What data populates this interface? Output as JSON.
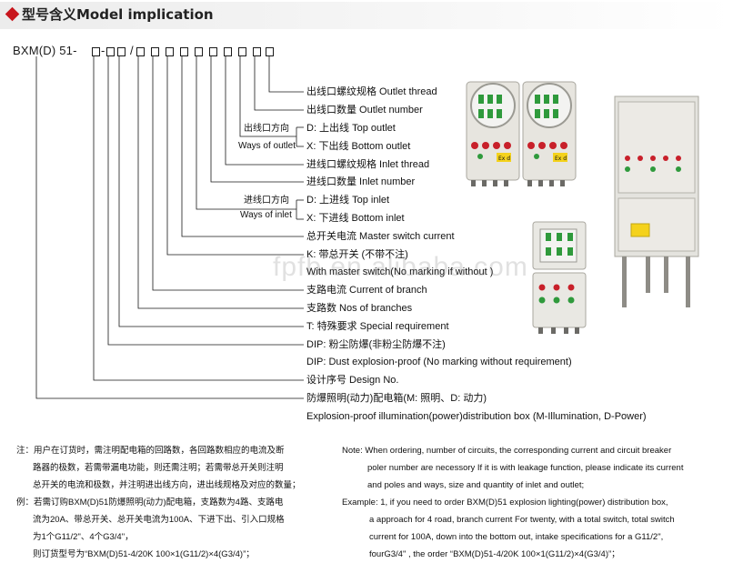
{
  "header": {
    "title": "型号含义Model implication",
    "accent": "#c8161d"
  },
  "code": {
    "prefix": "BXM(D)",
    "num": "51-",
    "dash": "-",
    "slash": "/"
  },
  "labels": [
    "出线口螺纹规格 Outlet thread",
    "出线口数量 Outlet number",
    "D: 上出线 Top outlet",
    "X: 下出线 Bottom  outlet",
    "进线口螺纹规格 Inlet thread",
    "进线口数量 Inlet number",
    "D: 上进线 Top inlet",
    "X: 下进线 Bottom  inlet",
    "总开关电流 Master switch current",
    "K: 带总开关 (不带不注)",
    "With master switch(No marking  if without )",
    "支路电流 Current of branch",
    "支路数 Nos of branches",
    "T: 特殊要求 Special requirement",
    "DIP: 粉尘防爆(非粉尘防爆不注)",
    "DIP: Dust explosion-proof (No marking without requirement)",
    "设计序号 Design  No.",
    "防爆照明(动力)配电箱(M:  照明、D:  动力)",
    "Explosion-proof illumination(power)distribution box (M-Illumination, D-Power)"
  ],
  "outlet_dir": {
    "cn": "出线口方向",
    "en": "Ways of outlet"
  },
  "inlet_dir": {
    "cn": "进线口方向",
    "en": "Ways of inlet"
  },
  "watermark": "fpfb.en.alibaba.com",
  "photos": {
    "label1": "Ex d",
    "label2": "Ex d"
  },
  "notes_cn": [
    "注：用户在订货时，需注明配电箱的回路数，各回路数相应的电流及断",
    "路器的极数，若需带漏电功能，则还需注明；若需带总开关则注明",
    "总开关的电流和极数，并注明进出线方向，进出线规格及对应的数量；",
    "例：若需订购BXM(D)51防爆照明(动力)配电箱，支路数为4路、支路电",
    "流为20A、带总开关、总开关电流为100A、下进下出、引入口规格",
    "为1个G11/2\"、4个G3/4\"，",
    "则订货型号为“BXM(D)51-4/20K 100×1(G11/2)×4(G3/4)”；"
  ],
  "notes_en": [
    "Note: When ordering, number of circuits, the corresponding current and circuit breaker",
    "poler number are necessory If it is with leakage  function, please indicate its current",
    "and poles and ways, size and quantity of inlet and outlet;",
    "Example: 1,  if you need to order BXM(D)51 explosion lighting(power) distribution box,",
    "a approach for 4 road, branch current For twenty, with a total switch, total switch",
    "current for 100A, down into the bottom out, intake specifications for a G11/2\",",
    "fourG3/4\" , the order  “BXM(D)51-4/20K 100×1(G11/2)×4(G3/4)”；"
  ]
}
